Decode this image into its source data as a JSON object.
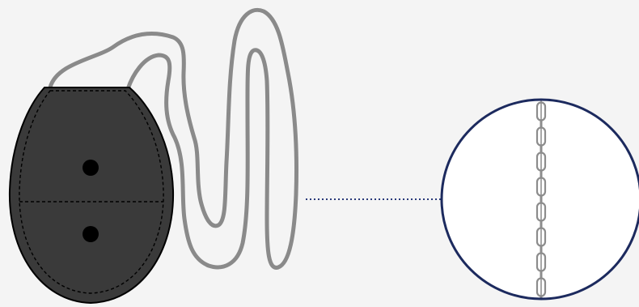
{
  "diagram": {
    "background_color": "#f4f4f4",
    "pouch": {
      "icon": "sealed-pouch",
      "fill_color": "#3a3a3a",
      "stitch_color": "#000000",
      "rivet_count": 2
    },
    "cord": {
      "icon": "looped-cord",
      "color": "#8a8a8a"
    },
    "leader_line": {
      "style": "dotted",
      "color": "#2a3a7a"
    },
    "magnifier": {
      "icon": "magnified-chain-detail",
      "border_color": "#1c2a5e",
      "fill_color": "#ffffff",
      "chain": {
        "icon": "chain-links",
        "color": "#8c8c8c",
        "visible_link_count": 8
      }
    }
  }
}
